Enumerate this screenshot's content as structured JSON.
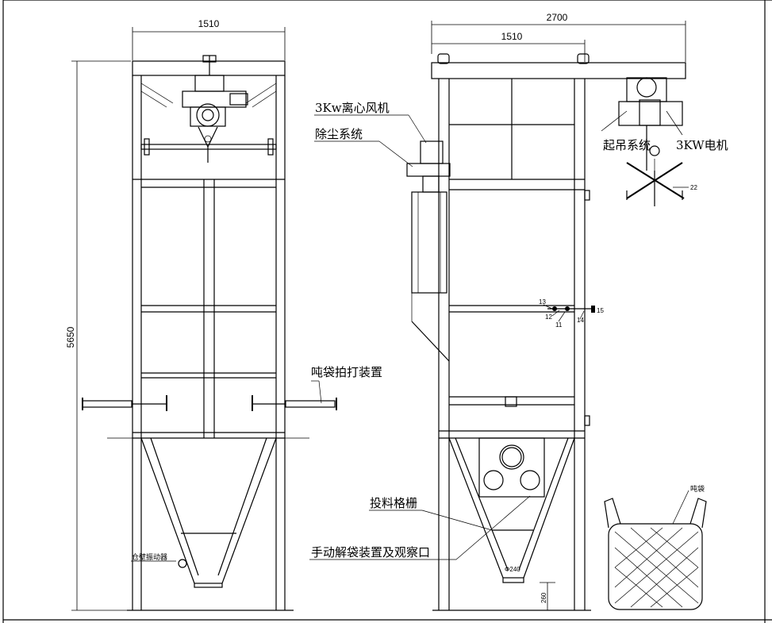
{
  "dimensions": {
    "left_width": "1510",
    "right_total_width": "2700",
    "right_width": "1510",
    "height": "5650",
    "leg_height": "260",
    "outlet": "Φ240"
  },
  "labels": {
    "fan": "3Kw离心风机",
    "dust_removal": "除尘系统",
    "hoist_system": "起吊系统",
    "motor": "3KW电机",
    "bag_beater": "吨袋拍打装置",
    "feed_grate": "投料格栅",
    "manual_unbag": "手动解袋装置及观察口",
    "bin_vibrator": "仓壁振动器",
    "ton_bag": "吨袋"
  },
  "part_numbers": [
    "11",
    "12",
    "13",
    "14",
    "15",
    "22"
  ]
}
